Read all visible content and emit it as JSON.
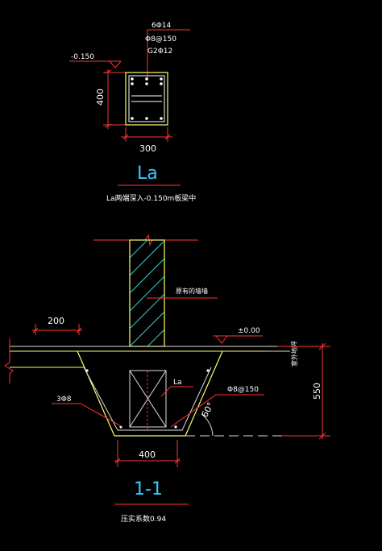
{
  "colors": {
    "background": "#000000",
    "dimension": "#ff3333",
    "text": "#ffffff",
    "wall": "#ffff66",
    "hatch": "#33cccc",
    "title": "#33ccff",
    "cross": "#dddddd",
    "ground": "#dddddd"
  },
  "beam_section": {
    "rebar_top": "6Φ14",
    "stirrup": "Φ8@150",
    "side_bars": "G2Φ12",
    "elevation": "-0.150",
    "height": "400",
    "width": "300",
    "title": "La",
    "note": "La两端深入-0.150m板梁中"
  },
  "foundation_section": {
    "wall_label": "原有的墙墙",
    "width_top": "200",
    "elevation": "±0.00",
    "side_label": "室外地坪",
    "depth": "550",
    "beam_label": "La",
    "rebar_label": "3Φ8",
    "stirrup": "Φ8@150",
    "angle": "60°",
    "width_bottom": "400",
    "title": "1-1",
    "note": "压实系数0.94"
  }
}
